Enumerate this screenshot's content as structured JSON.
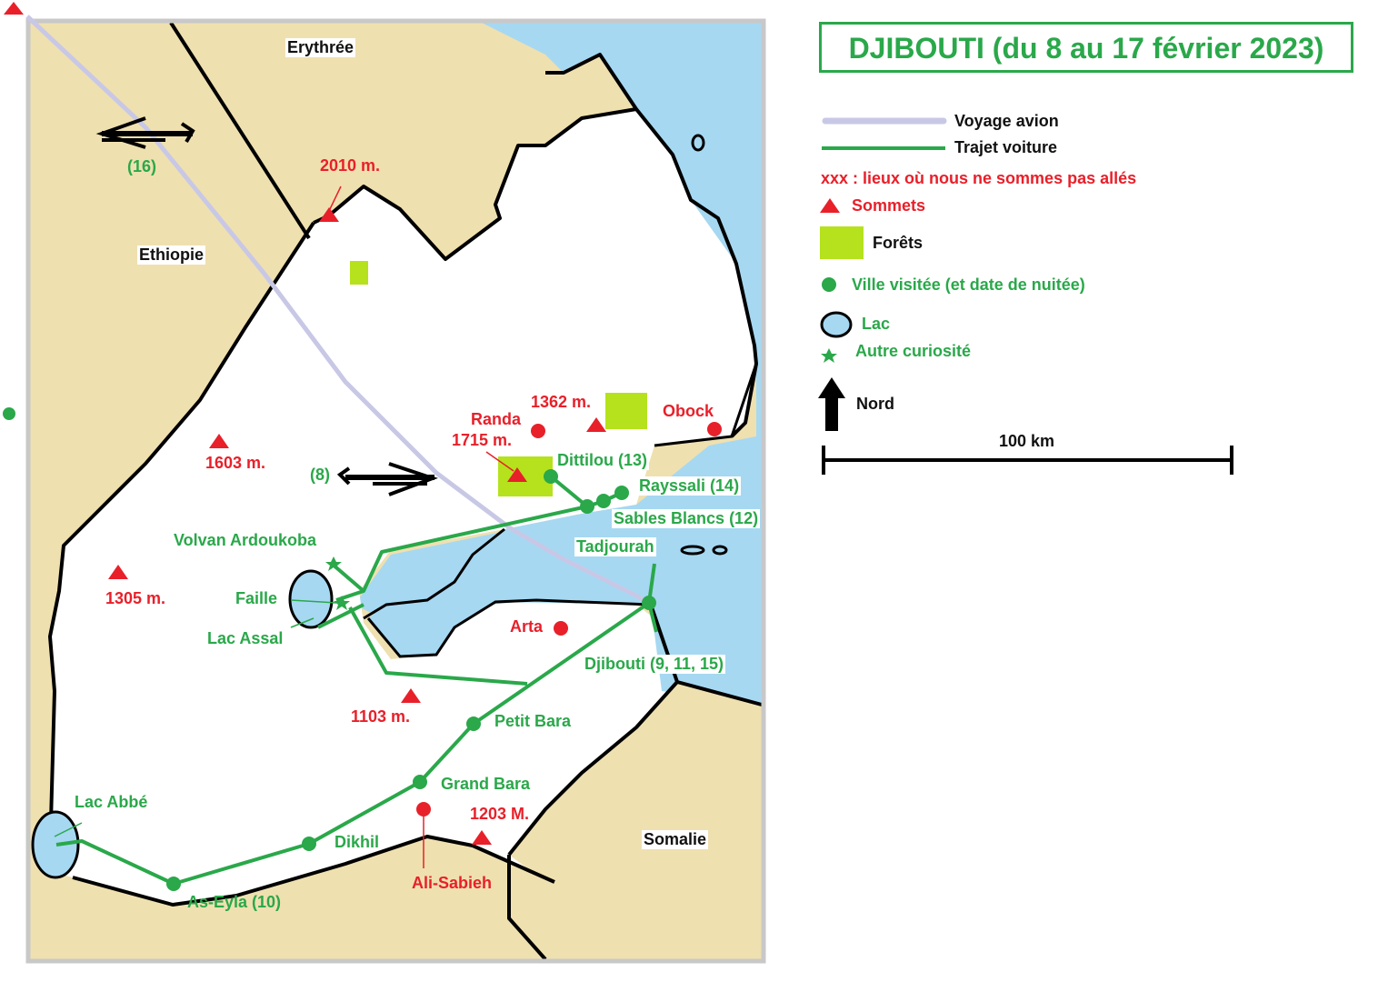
{
  "title": "DJIBOUTI (du 8 au 17 février 2023)",
  "colors": {
    "land": "#efe0b0",
    "sea": "#a6d8f2",
    "route": "#2aa84a",
    "flight": "#c8c8e6",
    "unvisited": "#e8202a",
    "forest": "#b5e21d"
  },
  "countries": {
    "erythree": "Erythrée",
    "ethiopie": "Ethiopie",
    "somalie": "Somalie"
  },
  "flight_labels": {
    "outbound": "(8)",
    "return": "(16)"
  },
  "peaks": {
    "p2010": "2010 m.",
    "p1603": "1603 m.",
    "p1715": "1715 m.",
    "p1362": "1362 m.",
    "p1305": "1305 m.",
    "p1103": "1103 m.",
    "p1203": "1203 M."
  },
  "visited": {
    "dittilou": "Dittilou (13)",
    "rayssali": "Rayssali (14)",
    "sables_blancs": "Sables Blancs (12)",
    "tadjourah": "Tadjourah",
    "djibouti": "Djibouti (9, 11, 15)",
    "petit_bara": "Petit Bara",
    "grand_bara": "Grand Bara",
    "dikhil": "Dikhil",
    "as_eyla": "As-Eyla (10)"
  },
  "curiosities": {
    "volcan": "Volvan Ardoukoba",
    "faille": "Faille",
    "lac_assal": "Lac Assal",
    "lac_abbe": "Lac Abbé"
  },
  "not_visited": {
    "randa": "Randa",
    "obock": "Obock",
    "arta": "Arta",
    "ali_sabieh": "Ali-Sabieh"
  },
  "legend": {
    "flight": "Voyage avion",
    "car": "Trajet voiture",
    "not_visited_note": "xxx : lieux où nous ne sommes pas allés",
    "summits": "Sommets",
    "forests": "Forêts",
    "city": "Ville visitée (et date de nuitée)",
    "lake": "Lac",
    "other": "Autre curiosité",
    "north": "Nord"
  },
  "scale": {
    "label": "100 km",
    "distance_km": 100
  }
}
